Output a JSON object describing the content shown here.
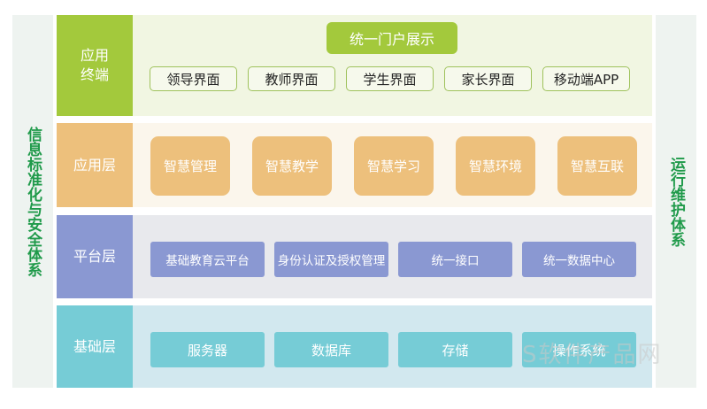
{
  "left_sidebar": {
    "label": "信息标准化与安全体系"
  },
  "right_sidebar": {
    "label": "运行维护体系"
  },
  "layers": [
    {
      "label": "应用终端",
      "portal": "统一门户展示",
      "items": [
        "领导界面",
        "教师界面",
        "学生界面",
        "家长界面",
        "移动端APP"
      ],
      "color": "#a3c93c"
    },
    {
      "label": "应用层",
      "items": [
        "智慧管理",
        "智慧教学",
        "智慧学习",
        "智慧环境",
        "智慧互联"
      ],
      "color": "#edc07c"
    },
    {
      "label": "平台层",
      "items": [
        "基础教育云平台",
        "身份认证及授权管理",
        "统一接口",
        "统一数据中心"
      ],
      "color": "#8a98d2"
    },
    {
      "label": "基础层",
      "items": [
        "服务器",
        "数据库",
        "存储",
        "操作系统"
      ],
      "color": "#76ccd6"
    }
  ],
  "watermark": "S软件产品网"
}
